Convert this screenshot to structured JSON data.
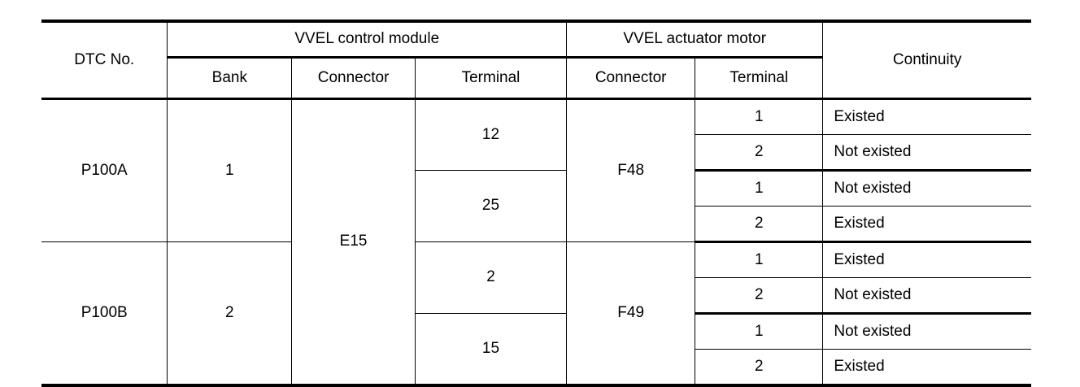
{
  "table": {
    "caption_present": false,
    "headers": {
      "dtc_no": "DTC No.",
      "group_control_module": "VVEL control module",
      "group_actuator_motor": "VVEL actuator motor",
      "continuity": "Continuity",
      "bank": "Bank",
      "cm_connector": "Connector",
      "cm_terminal": "Terminal",
      "am_connector": "Connector",
      "am_terminal": "Terminal"
    },
    "groups": [
      {
        "dtc_no": "P100A",
        "bank": "1",
        "cm_connector": "E15",
        "am_connector": "F48",
        "terminal_blocks": [
          {
            "cm_terminal": "12",
            "rows": [
              {
                "am_terminal": "1",
                "continuity": "Existed"
              },
              {
                "am_terminal": "2",
                "continuity": "Not existed"
              }
            ]
          },
          {
            "cm_terminal": "25",
            "rows": [
              {
                "am_terminal": "1",
                "continuity": "Not existed"
              },
              {
                "am_terminal": "2",
                "continuity": "Existed"
              }
            ]
          }
        ]
      },
      {
        "dtc_no": "P100B",
        "bank": "2",
        "cm_connector": "E15",
        "am_connector": "F49",
        "terminal_blocks": [
          {
            "cm_terminal": "2",
            "rows": [
              {
                "am_terminal": "1",
                "continuity": "Existed"
              },
              {
                "am_terminal": "2",
                "continuity": "Not existed"
              }
            ]
          },
          {
            "cm_terminal": "15",
            "rows": [
              {
                "am_terminal": "1",
                "continuity": "Not existed"
              },
              {
                "am_terminal": "2",
                "continuity": "Existed"
              }
            ]
          }
        ]
      }
    ],
    "colors": {
      "rule": "#000000",
      "text": "#000000",
      "background": "#ffffff"
    }
  }
}
